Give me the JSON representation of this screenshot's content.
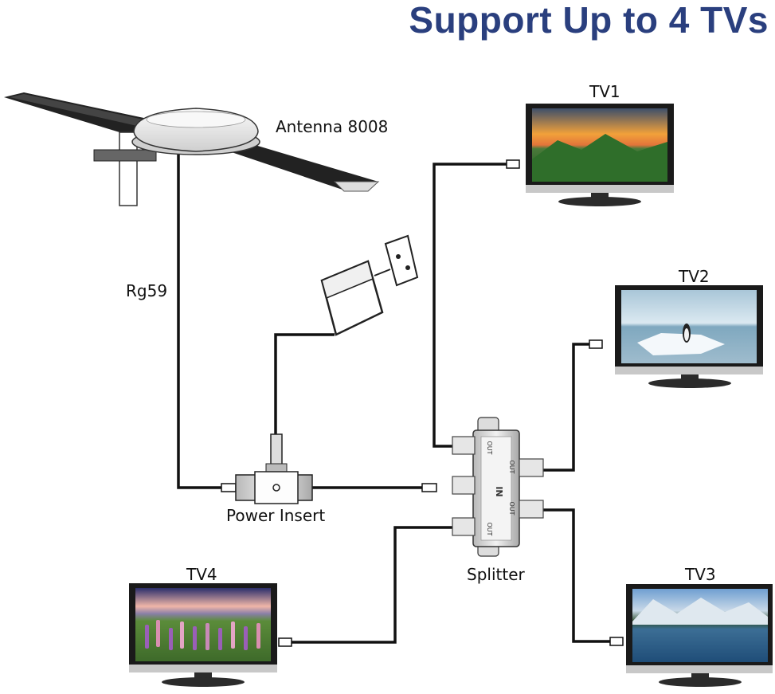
{
  "title": "Support Up to 4 TVs",
  "labels": {
    "antenna": "Antenna 8008",
    "cable": "Rg59",
    "power_insert": "Power Insert",
    "splitter": "Splitter",
    "tv1": "TV1",
    "tv2": "TV2",
    "tv3": "TV3",
    "tv4": "TV4"
  },
  "splitter_ports": {
    "in": "IN",
    "out": "OUT"
  },
  "colors": {
    "title": "#2a3f7e",
    "cable": "#111111",
    "tv_frame": "#1a1a1a",
    "tv_stand": "#2b2b2b"
  },
  "tv_screens": {
    "tv1": "green mountain landscape at sunset",
    "tv2": "penguin on ice floe",
    "tv3": "lake with mountains reflection",
    "tv4": "field of lupine flowers"
  }
}
